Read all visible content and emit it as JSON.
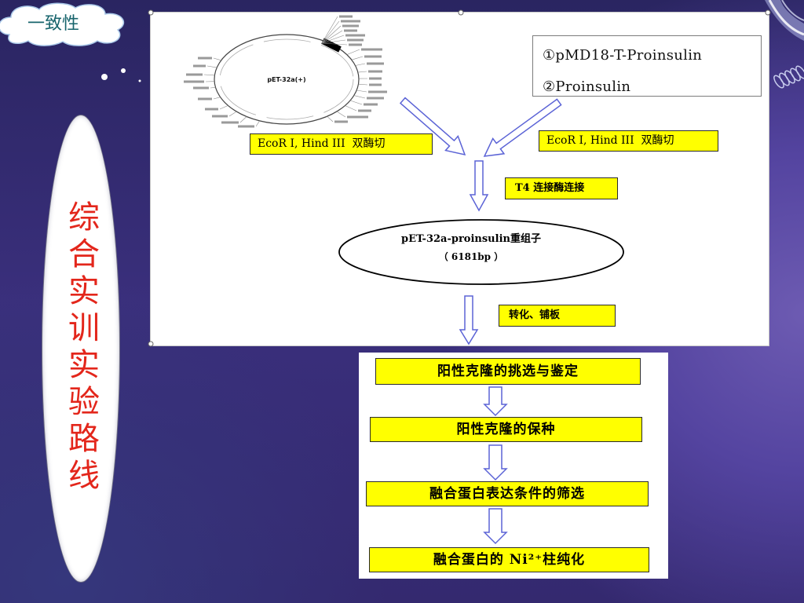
{
  "slide": {
    "badge": "一致性",
    "side_title": "综合实训实验路线"
  },
  "diagram": {
    "plasmid_label": "pET-32a(+)",
    "source_box": {
      "line1": "①pMD18-T-Proinsulin",
      "line2": "②Proinsulin"
    },
    "digest_left": "EcoR I, Hind III  双酶切",
    "digest_right": "EcoR I, Hind III  双酶切",
    "ligation": "T4 连接酶连接",
    "recombinant": {
      "name": "pET-32a-proinsulin重组子",
      "size": "（ 6181bp ）"
    },
    "transformation": "转化、铺板",
    "steps": [
      "阳性克隆的挑选与鉴定",
      "阳性克隆的保种",
      "融合蛋白表达条件的筛选",
      "融合蛋白的 Ni²⁺柱纯化"
    ]
  },
  "colors": {
    "background": "#3a2f7c",
    "box_fill": "#ffff00",
    "arrow_outline": "#5b63d6",
    "side_title": "#e3261b",
    "badge_text": "#17646c"
  }
}
